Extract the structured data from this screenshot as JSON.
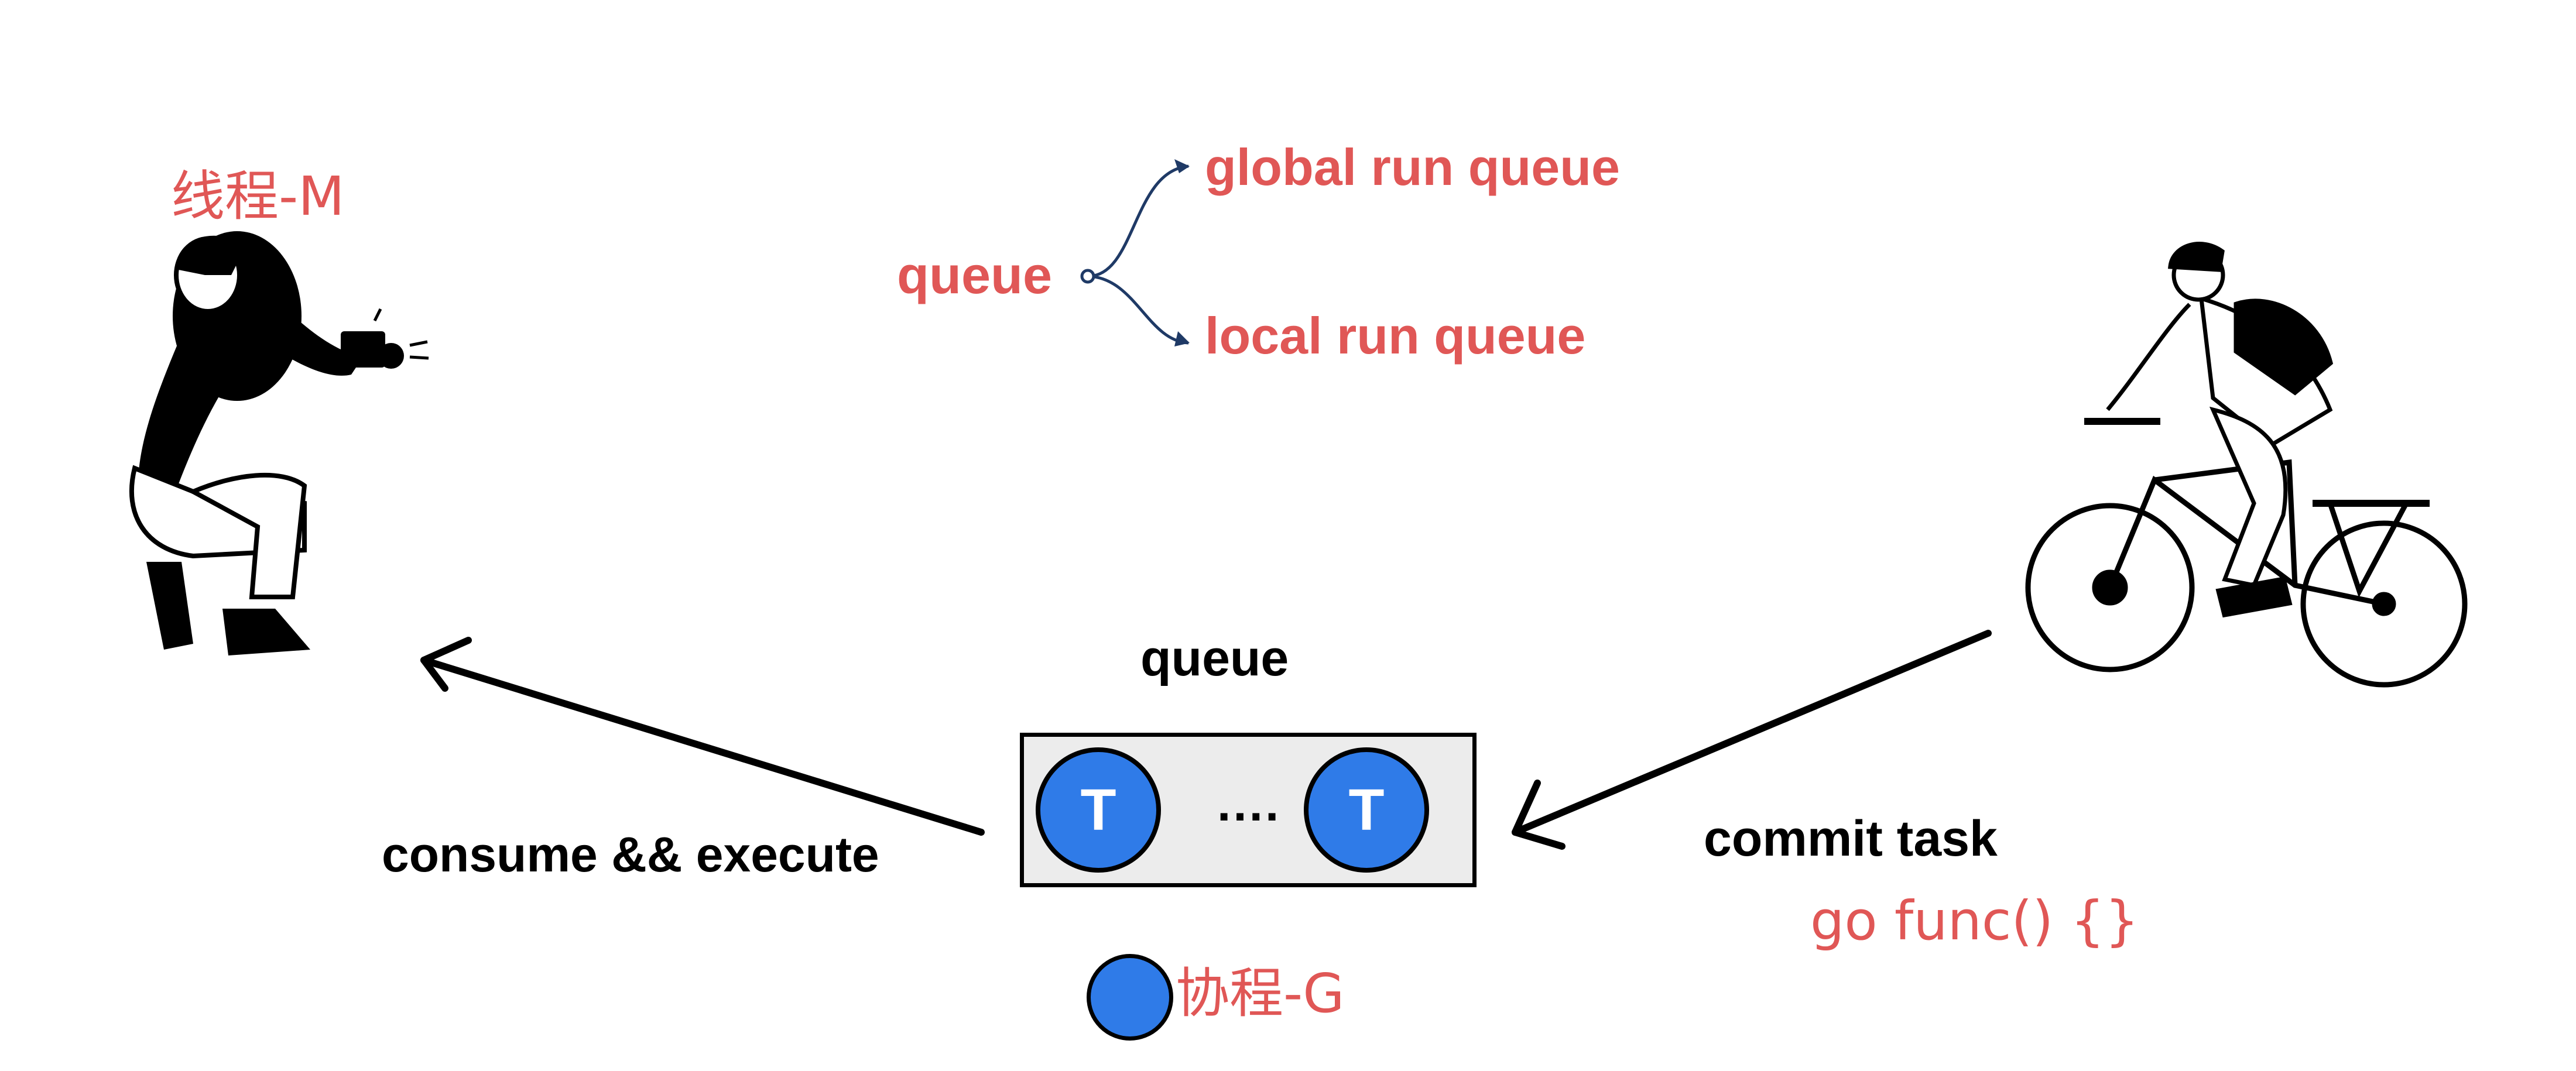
{
  "labels": {
    "thread": "线程-M",
    "queue_root": "queue",
    "global_queue": "global run queue",
    "local_queue": "local run queue",
    "queue_box_title": "queue",
    "consume": "consume && execute",
    "commit": "commit task",
    "go_func": "go func() {}",
    "coroutine": "协程-G"
  },
  "queue_box": {
    "tasks": [
      "T",
      "T"
    ],
    "ellipsis": "...."
  },
  "colors": {
    "accent_red": "#e05756",
    "task_blue": "#2f7be8",
    "box_fill": "#ececec",
    "branch_line": "#1f3a66"
  },
  "icons": {
    "photographer": "photographer-illustration",
    "cyclist": "cyclist-illustration"
  }
}
